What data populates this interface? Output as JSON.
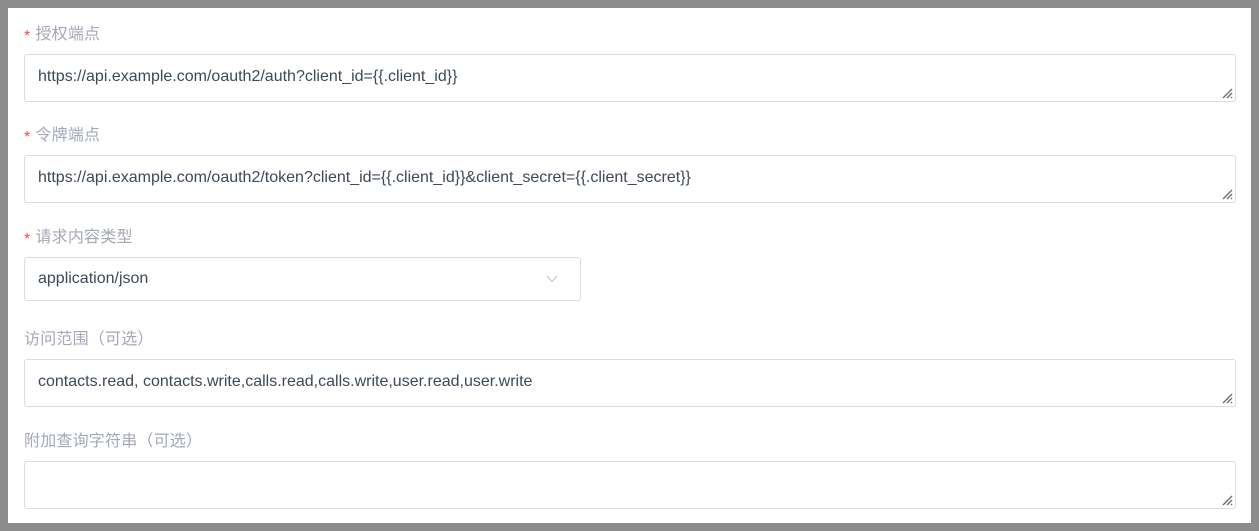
{
  "form": {
    "fields": [
      {
        "id": "authorization-endpoint",
        "label": "授权端点",
        "required": true,
        "required_marker": "*",
        "control": "textarea",
        "value": "https://api.example.com/oauth2/auth?client_id={{.client_id}}",
        "placeholder": ""
      },
      {
        "id": "token-endpoint",
        "label": "令牌端点",
        "required": true,
        "required_marker": "*",
        "control": "textarea",
        "value": "https://api.example.com/oauth2/token?client_id={{.client_id}}&client_secret={{.client_secret}}",
        "placeholder": ""
      },
      {
        "id": "request-content-type",
        "label": "请求内容类型",
        "required": true,
        "required_marker": "*",
        "control": "select",
        "value": "application/json",
        "icon": "chevron-down-icon"
      },
      {
        "id": "scopes",
        "label": "访问范围（可选）",
        "required": false,
        "control": "textarea",
        "value": "contacts.read, contacts.write,calls.read,calls.write,user.read,user.write",
        "placeholder": ""
      },
      {
        "id": "extra-query-string",
        "label": "附加查询字符串（可选）",
        "required": false,
        "control": "textarea",
        "value": "",
        "placeholder": ""
      }
    ]
  },
  "colors": {
    "page_background": "#ffffff",
    "frame": "#8c8c8c",
    "label": "#a4a8b8",
    "required_asterisk": "#f04b4b",
    "input_border": "#d9dce5",
    "input_text": "#3d4858",
    "chevron": "#c5c9d4"
  }
}
